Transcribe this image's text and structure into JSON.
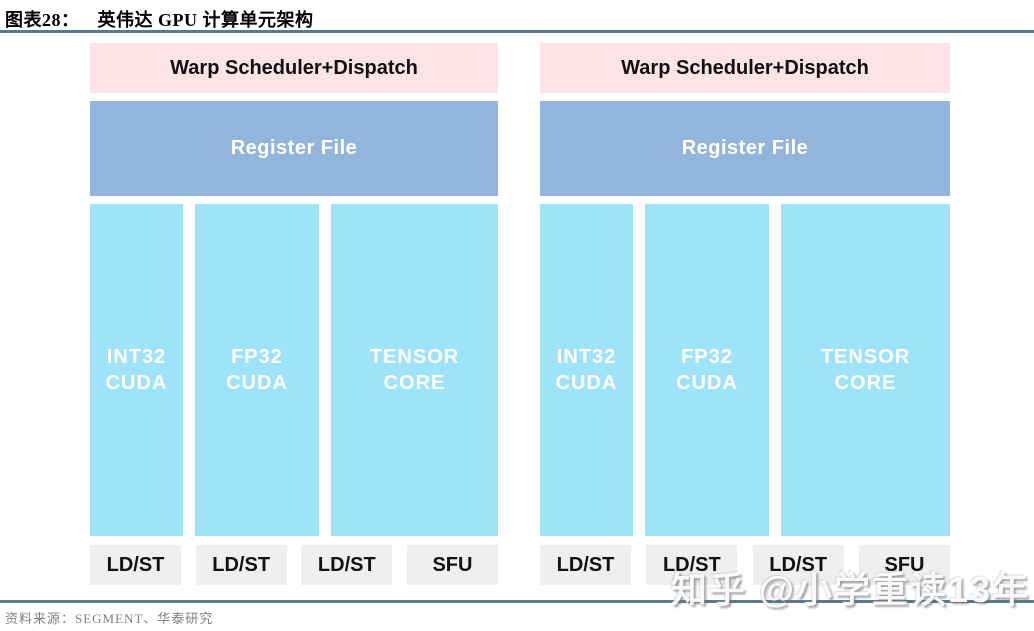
{
  "header": {
    "figure_label": "图表28：",
    "title": "英伟达 GPU 计算单元架构"
  },
  "diagram": {
    "blocks": [
      {
        "scheduler": "Warp Scheduler+Dispatch",
        "register": "Register File",
        "cores": [
          {
            "line1": "INT32",
            "line2": "CUDA"
          },
          {
            "line1": "FP32",
            "line2": "CUDA"
          },
          {
            "line1": "TENSOR",
            "line2": "CORE"
          }
        ],
        "units": [
          "LD/ST",
          "LD/ST",
          "LD/ST",
          "SFU"
        ]
      },
      {
        "scheduler": "Warp Scheduler+Dispatch",
        "register": "Register File",
        "cores": [
          {
            "line1": "INT32",
            "line2": "CUDA"
          },
          {
            "line1": "FP32",
            "line2": "CUDA"
          },
          {
            "line1": "TENSOR",
            "line2": "CORE"
          }
        ],
        "units": [
          "LD/ST",
          "LD/ST",
          "LD/ST",
          "SFU"
        ]
      }
    ]
  },
  "footer": {
    "source": "资料来源：SEGMENT、华泰研究"
  },
  "watermark": {
    "text": "知乎 @小学重读13年"
  },
  "colors": {
    "scheduler_bg": "#fbe3e7",
    "register_bg": "#93b5dc",
    "core_bg": "#9fe3f8",
    "unit_bg": "#efefef",
    "rule": "#587b8c"
  }
}
